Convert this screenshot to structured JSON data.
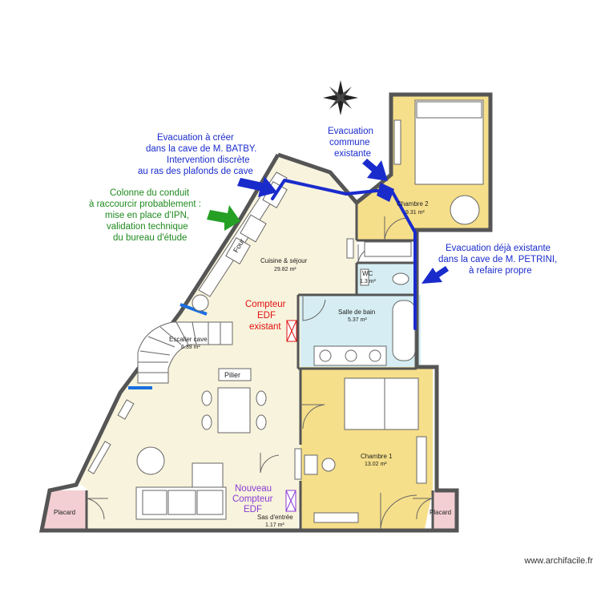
{
  "rooms": {
    "kitchen": {
      "name": "Cuisine & séjour",
      "area": "29.82 m²"
    },
    "bedroom2": {
      "name": "Chambre 2",
      "area": "9.31 m²"
    },
    "wc": {
      "name": "WC",
      "area": "1.3 m²"
    },
    "bathroom": {
      "name": "Salle de bain",
      "area": "5.37 m²"
    },
    "bedroom1": {
      "name": "Chambre 1",
      "area": "13.02 m²"
    },
    "stairs": {
      "name": "Escalier cave",
      "area": "6.39 m²"
    },
    "entrance": {
      "name": "Sas d'entrée",
      "area": "1.17 m²"
    },
    "placard_left": {
      "name": "Placard"
    },
    "placard_right": {
      "name": "Placard"
    }
  },
  "labels": {
    "four": "Four",
    "pilier": "Pilier"
  },
  "notes": {
    "evac_create": [
      "Evacuation à créer",
      "dans la cave de M. BATBY.",
      "Intervention discrète",
      "au ras des plafonds de cave"
    ],
    "evac_common": [
      "Evacuation",
      "commune",
      "existante"
    ],
    "evac_existing": [
      "Evacuation déjà existante",
      "dans la cave de M. PETRINI,",
      "à refaire propre"
    ],
    "colonne": [
      "Colonne du conduit",
      "à raccourcir probablement :",
      "mise en place d'IPN,",
      "validation technique",
      "du bureau d'étude"
    ],
    "compteur_existing": [
      "Compteur",
      "EDF",
      "existant"
    ],
    "compteur_new": [
      "Nouveau",
      "Compteur",
      "EDF"
    ]
  },
  "watermark": "www.archifacile.fr",
  "colors": {
    "living_floor": "#f8f3dc",
    "bedroom_floor": "#f6df8a",
    "bath_floor": "#d6eef3",
    "placard_floor": "#f3cfd3",
    "pipe_blue": "#1a2bcc",
    "note_green": "#1f8a1f",
    "note_red": "#e01010",
    "note_purple": "#8a3ad6"
  }
}
